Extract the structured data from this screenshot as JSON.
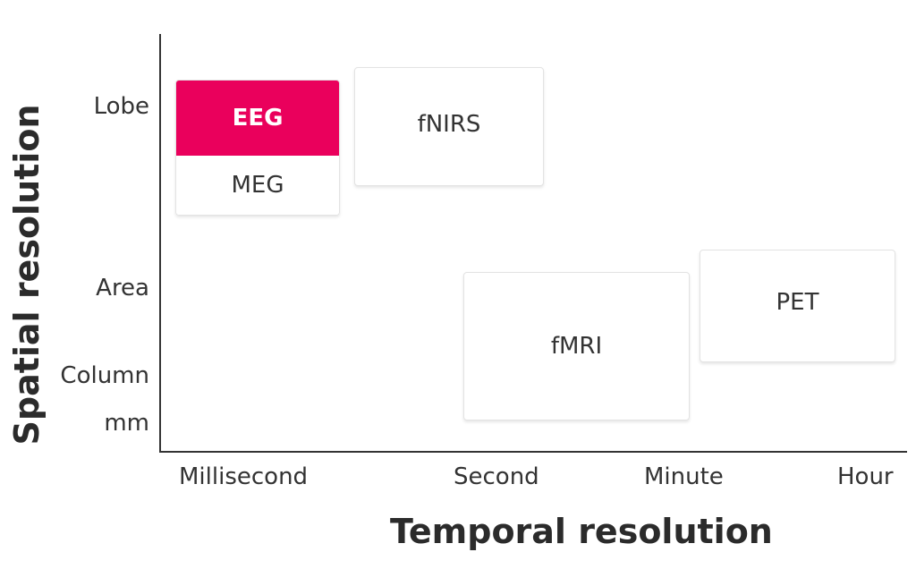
{
  "axes": {
    "x_title": "Temporal resolution",
    "y_title": "Spatial resolution",
    "x_ticks": [
      "Millisecond",
      "Second",
      "Minute",
      "Hour"
    ],
    "y_ticks": [
      "Lobe",
      "Area",
      "Column",
      "mm"
    ]
  },
  "modalities": {
    "eeg": "EEG",
    "meg": "MEG",
    "fnirs": "fNIRS",
    "fmri": "fMRI",
    "pet": "PET"
  },
  "colors": {
    "highlight": "#ea005c",
    "axis": "#333333",
    "box_border": "#e3e3e3"
  }
}
